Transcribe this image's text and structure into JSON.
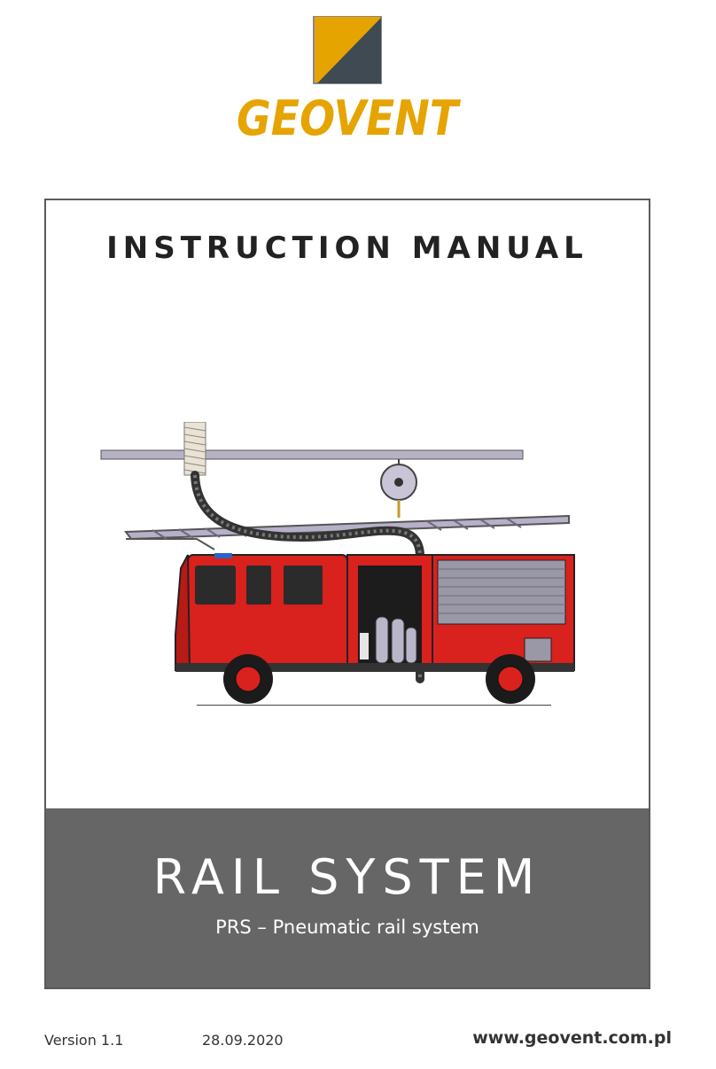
{
  "brand": {
    "name": "GEOVENT"
  },
  "cover": {
    "heading": "INSTRUCTION MANUAL",
    "product_title": "RAIL SYSTEM",
    "product_subtitle": "PRS – Pneumatic rail system"
  },
  "footer": {
    "version": "Version 1.1",
    "date": "28.09.2020",
    "website": "www.geovent.com.pl"
  },
  "colors": {
    "brand_yellow": "#e6a400",
    "brand_dark": "#3f4a52",
    "band_gray": "#666666",
    "truck_red": "#d9211d"
  }
}
